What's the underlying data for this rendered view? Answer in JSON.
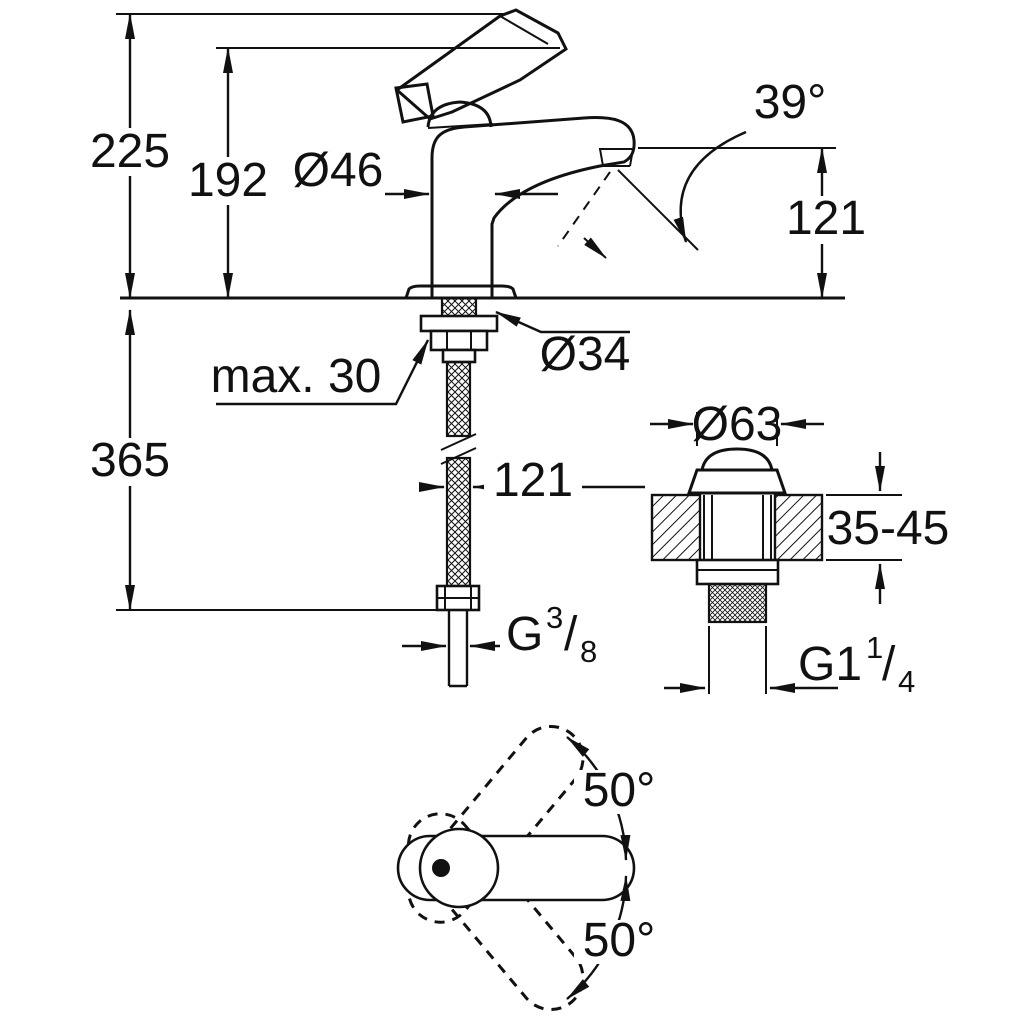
{
  "labels": {
    "overall_height": "225",
    "handle_height": "192",
    "body_diameter": "Ø46",
    "stream_angle": "39°",
    "spout_height": "121",
    "max_deck": "max. 30",
    "hole_diameter": "Ø34",
    "hose_length": "365",
    "projection": "121",
    "supply_thread": {
      "g": "G",
      "num": "3",
      "slash": "/",
      "den": "8"
    },
    "flange_diameter": "Ø63",
    "deck_thickness": "35-45",
    "waste_thread": {
      "g": "G1",
      "num": "1",
      "slash": "/",
      "den": "4"
    },
    "handle_swing_up": "50°",
    "handle_swing_down": "50°"
  }
}
